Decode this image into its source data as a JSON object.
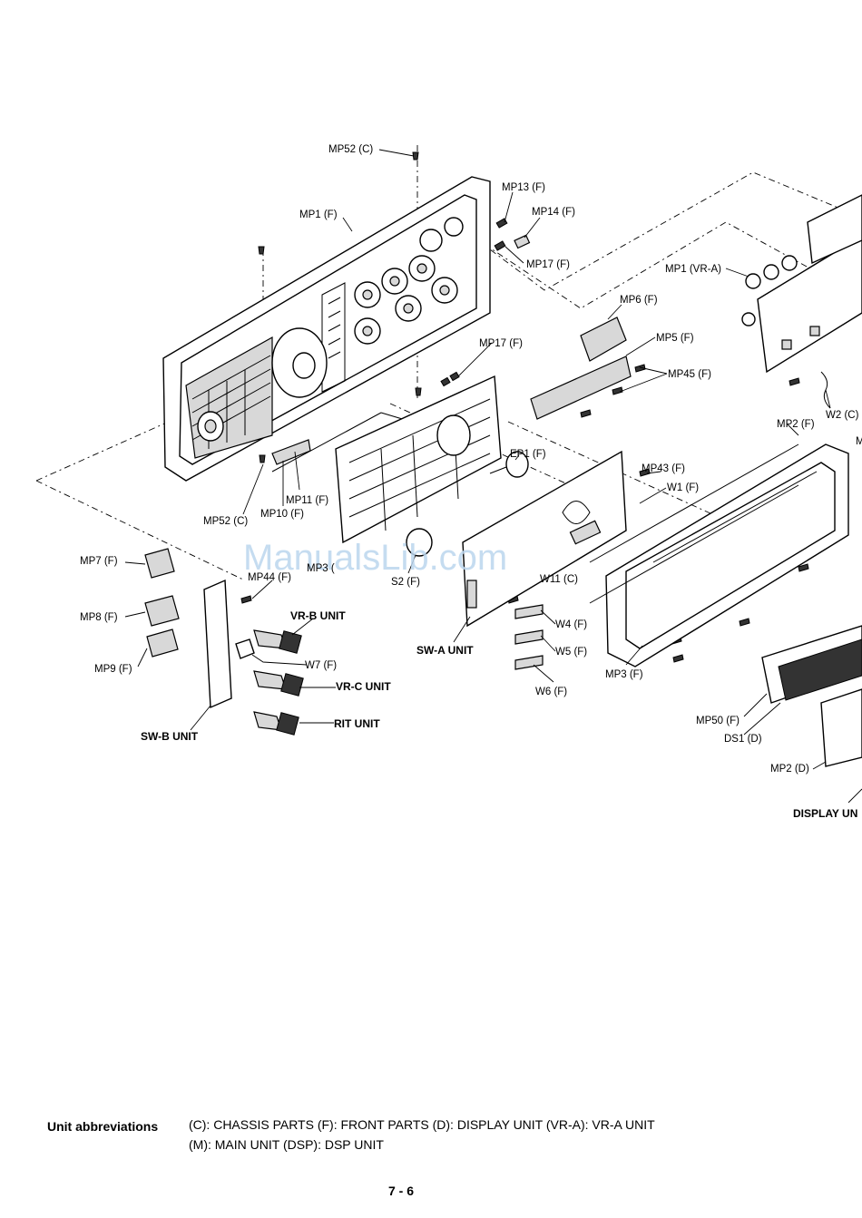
{
  "watermark": "ManualsLib.com",
  "labels": {
    "mp52_c_top": "MP52 (C)",
    "mp1_f": "MP1 (F)",
    "mp13_f": "MP13 (F)",
    "mp14_f": "MP14 (F)",
    "mp17_f_top": "MP17 (F)",
    "mp1_vra": "MP1 (VR-A)",
    "mp6_f": "MP6 (F)",
    "mp17_f_mid": "MP17 (F)",
    "mp5_f": "MP5 (F)",
    "mp45_f": "MP45 (F)",
    "w2_c": "W2 (C)",
    "mp2_f": "MP2 (F)",
    "ep1_f": "EP1 (F)",
    "mp43_f": "MP43 (F)",
    "w1_f": "W1 (F)",
    "mp11_f": "MP11 (F)",
    "mp10_f": "MP10 (F)",
    "mp52_c_bottom": "MP52 (C)",
    "mp7_f": "MP7 (F)",
    "mp44_f": "MP44 (F)",
    "mp3_frag": "MP3 (",
    "s2_f": "S2 (F)",
    "w11_c": "W11 (C)",
    "mp8_f": "MP8 (F)",
    "vrb_unit": "VR-B UNIT",
    "mp9_f": "MP9 (F)",
    "w7_f": "W7 (F)",
    "vrc_unit": "VR-C UNIT",
    "swa_unit": "SW-A UNIT",
    "w4_f": "W4 (F)",
    "w5_f": "W5 (F)",
    "w6_f": "W6 (F)",
    "mp3_f": "MP3 (F)",
    "rit_unit": "RIT UNIT",
    "swb_unit": "SW-B UNIT",
    "mp50_f": "MP50 (F)",
    "ds1_d": "DS1 (D)",
    "mp2_d": "MP2 (D)",
    "display_unit": "DISPLAY UN",
    "frag_m": "M"
  },
  "legend": {
    "title": "Unit abbreviations",
    "line1": "(C): CHASSIS  PARTS   (F): FRONT PARTS   (D): DISPLAY UNIT   (VR-A): VR-A UNIT",
    "line2": "(M): MAIN UNIT   (DSP): DSP UNIT"
  },
  "page_number": "7 - 6"
}
